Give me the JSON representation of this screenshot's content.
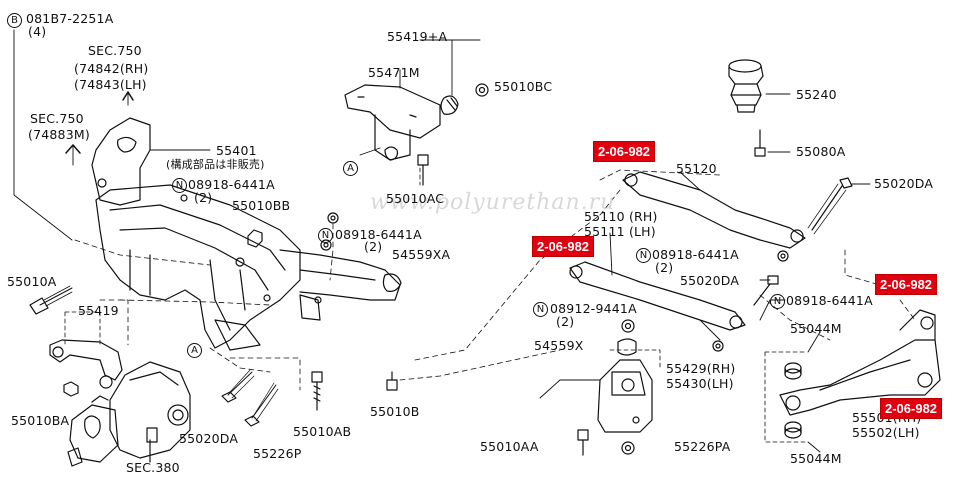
{
  "watermark": "www.polyurethan.ru",
  "badges": {
    "b1": "2-06-982",
    "b2": "2-06-982",
    "b3": "2-06-982",
    "b4": "2-06-982"
  },
  "circle_letters": {
    "b": "B",
    "n": "N",
    "a": "A"
  },
  "labels": {
    "p081b7": "081B7-2251A",
    "p081b7_qty": "(4)",
    "sec750a": "SEC.750",
    "p74842": "(74842(RH)",
    "p74843": "(74843(LH)",
    "sec750b": "SEC.750",
    "p74883": "(74883M)",
    "p55401": "55401",
    "p55401_note": "(構成部品は非販売)",
    "n08918_a": "08918-6441A",
    "n08918_a_qty": "(2)",
    "p55010bb": "55010BB",
    "n08918_b": "08918-6441A",
    "n08918_b_qty": "(2)",
    "p54559xa": "54559XA",
    "p55010a": "55010A",
    "p55419": "55419",
    "p55010ba": "55010BA",
    "p55020da_l": "55020DA",
    "p55226p": "55226P",
    "p55010ab": "55010AB",
    "p55010b": "55010B",
    "sec380": "SEC.380",
    "p55419a": "55419+A",
    "p55471m": "55471M",
    "p55010bc": "55010BC",
    "p55010ac": "55010AC",
    "p55240": "55240",
    "p55080a": "55080A",
    "p55120": "55120",
    "p55020da_r": "55020DA",
    "p55110": "55110 (RH)",
    "p55111": "55111 (LH)",
    "n08918_c": "08918-6441A",
    "n08918_c_qty": "(2)",
    "p55020da_m": "55020DA",
    "n08918_d": "08918-6441A",
    "n08912": "08912-9441A",
    "n08912_qty": "(2)",
    "p55044m_a": "55044M",
    "p54559x": "54559X",
    "p55429": "55429(RH)",
    "p55430": "55430(LH)",
    "p55501": "55501(RH)",
    "p55502": "55502(LH)",
    "p55010aa": "55010AA",
    "p55226pa": "55226PA",
    "p55044m_b": "55044M"
  }
}
